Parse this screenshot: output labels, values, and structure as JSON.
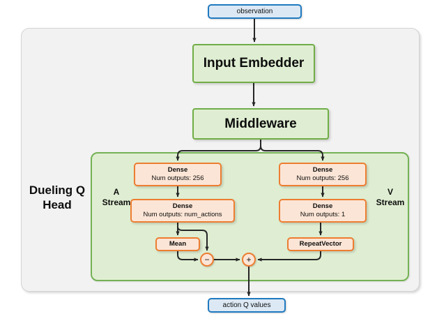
{
  "diagram": {
    "title": "Dueling Q Head network architecture",
    "colors": {
      "io_border": "#1f7ac0",
      "io_fill": "#dce9f5",
      "green_border": "#70ad47",
      "green_fill": "#dfeed2",
      "orange_border": "#ed7d31",
      "orange_fill": "#fbe5d6",
      "panel_fill": "#f2f2f2",
      "wire": "#262626"
    },
    "io_nodes": {
      "observation": "observation",
      "output": "action Q values"
    },
    "blocks": {
      "input_embedder": "Input Embedder",
      "middleware": "Middleware"
    },
    "group_labels": {
      "head": "Dueling Q\nHead",
      "head_line1": "Dueling Q",
      "head_line2": "Head",
      "a_stream_line1": "A",
      "a_stream_line2": "Stream",
      "v_stream_line1": "V",
      "v_stream_line2": "Stream"
    },
    "a_stream": {
      "dense1": {
        "title": "Dense",
        "subtitle": "Num outputs: 256"
      },
      "dense2": {
        "title": "Dense",
        "subtitle": "Num outputs: num_actions"
      },
      "mean": {
        "title": "Mean"
      }
    },
    "v_stream": {
      "dense1": {
        "title": "Dense",
        "subtitle": "Num outputs: 256"
      },
      "dense2": {
        "title": "Dense",
        "subtitle": "Num outputs: 1"
      },
      "repeat_vector": {
        "title": "RepeatVector"
      }
    },
    "operators": {
      "subtract": "−",
      "add": "+"
    }
  }
}
